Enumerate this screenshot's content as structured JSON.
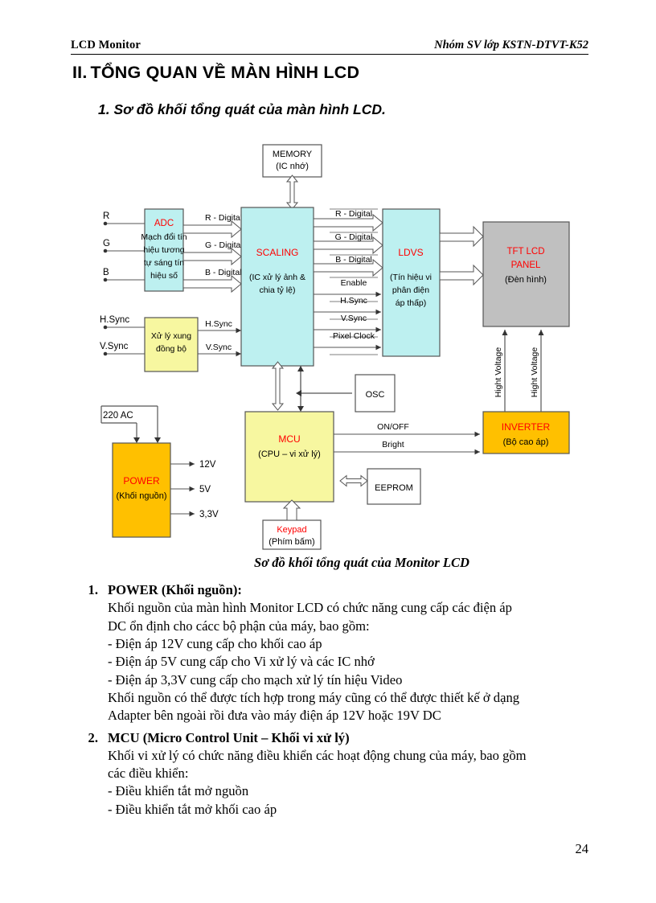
{
  "header": {
    "left": "LCD Monitor",
    "right": "Nhóm SV lớp KSTN-DTVT-K52"
  },
  "heading": {
    "number": "II.",
    "title": "TỔNG QUAN VỀ MÀN HÌNH LCD",
    "sub": "1. Sơ đồ khối tổng quát của màn hình LCD."
  },
  "diagram": {
    "caption": "Sơ đồ khối tổng quát của Monitor LCD",
    "colors": {
      "cyan": "#bdf0f0",
      "yellow": "#f7f7a0",
      "orange": "#ffc000",
      "gray": "#c0c0c0",
      "red_label": "#ff0000",
      "stroke": "#555555"
    },
    "blocks": [
      {
        "id": "memory",
        "title": "MEMORY",
        "subtitle": "(IC nhớ)",
        "fill": "white"
      },
      {
        "id": "adc",
        "title": "ADC",
        "subtitle": "Mạch đổi tín hiệu tương tự sáng tín hiệu số",
        "fill": "cyan"
      },
      {
        "id": "scaling",
        "title": "SCALING",
        "subtitle": "(IC xử lý ảnh & chia tỷ lệ)",
        "fill": "cyan"
      },
      {
        "id": "ldvs",
        "title": "LDVS",
        "subtitle": "(Tín hiệu vi phân điện áp thấp)",
        "fill": "cyan"
      },
      {
        "id": "panel",
        "title": "TFT LCD PANEL",
        "subtitle": "(Đèn hình)",
        "fill": "gray"
      },
      {
        "id": "sync",
        "title": "Xử lý xung đồng bộ",
        "subtitle": "",
        "fill": "yellow"
      },
      {
        "id": "osc",
        "title": "OSC",
        "subtitle": "",
        "fill": "white"
      },
      {
        "id": "mcu",
        "title": "MCU",
        "subtitle": "(CPU – vi xử lý)",
        "fill": "yellow"
      },
      {
        "id": "eeprom",
        "title": "EEPROM",
        "subtitle": "",
        "fill": "white"
      },
      {
        "id": "keypad",
        "title": "Keypad",
        "subtitle": "(Phím bấm)",
        "fill": "white"
      },
      {
        "id": "power",
        "title": "POWER",
        "subtitle": "(Khối nguồn)",
        "fill": "orange"
      },
      {
        "id": "inverter",
        "title": "INVERTER",
        "subtitle": "(Bộ cao áp)",
        "fill": "orange"
      }
    ],
    "labels": {
      "memory_l1": "MEMORY",
      "memory_l2": "(IC nhớ)",
      "adc_title": "ADC",
      "adc_l1": "Mạch đổi tín",
      "adc_l2": "hiệu tương",
      "adc_l3": "tự sáng tín",
      "adc_l4": "hiệu số",
      "scaling_title": "SCALING",
      "scaling_l1": "(IC xử lý ảnh &",
      "scaling_l2": "chia tỷ lệ)",
      "ldvs_title": "LDVS",
      "ldvs_l1": "(Tín hiệu vi",
      "ldvs_l2": "phân điện",
      "ldvs_l3": "áp thấp)",
      "panel_l1": "TFT LCD",
      "panel_l2": "PANEL",
      "panel_l3": "(Đèn hình)",
      "sync_l1": "Xử lý xung",
      "sync_l2": "đồng bộ",
      "osc": "OSC",
      "mcu_title": "MCU",
      "mcu_sub": "(CPU – vi xử lý)",
      "eeprom": "EEPROM",
      "keypad_title": "Keypad",
      "keypad_sub": "(Phím bấm)",
      "power_title": "POWER",
      "power_sub": "(Khối nguồn)",
      "inverter_title": "INVERTER",
      "inverter_sub": "(Bộ cao áp)",
      "in_r": "R",
      "in_g": "G",
      "in_b": "B",
      "in_hsync": "H.Sync",
      "in_vsync": "V.Sync",
      "r_digital_a": "R - Digital",
      "g_digital_a": "G - Digital",
      "b_digital_a": "B - Digital",
      "r_digital_b": "R - Digital",
      "g_digital_b": "G - Digital",
      "b_digital_b": "B - Digital",
      "enable": "Enable",
      "hsync_out": "H.Sync",
      "vsync_out": "V.Sync",
      "pixel_clock": "Pixel Clock",
      "hsync_mid": "H.Sync",
      "vsync_mid": "V.Sync",
      "ac_in": "220 AC",
      "v12": "12V",
      "v5": "5V",
      "v33": "3,3V",
      "onoff": "ON/OFF",
      "bright": "Bright",
      "hv_left": "Hight Voltage",
      "hv_right": "Hight Voltage"
    }
  },
  "content": {
    "items": [
      {
        "number": "1.",
        "title": "POWER (Khối nguồn):",
        "lines": [
          "Khối nguồn của màn  hình Monitor LCD có chức năng cung cấp các điện áp",
          "DC ổn định cho cácc bộ phận của máy, bao gồm:",
          "- Điện áp 12V cung cấp cho khối cao áp",
          "- Điện áp 5V cung cấp cho Vi xử lý và các IC nhớ",
          "- Điện áp 3,3V cung cấp cho mạch xử lý tín hiệu Video",
          "Khối nguồn có thể được tích hợp trong máy cũng có thể được thiết kế ở dạng",
          "Adapter bên ngoài rồi đưa vào máy điện áp 12V hoặc 19V DC"
        ]
      },
      {
        "number": "2.",
        "title": "MCU (Micro Control Unit – Khối vi xử lý)",
        "lines": [
          "Khối vi xử lý có chức năng điều khiển các hoạt động chung của máy, bao gồm",
          "các điều khiển:",
          "-  Điều khiển tắt mở nguồn",
          "- Điều khiển tắt mở khối cao áp"
        ]
      }
    ]
  },
  "page_number": "24"
}
